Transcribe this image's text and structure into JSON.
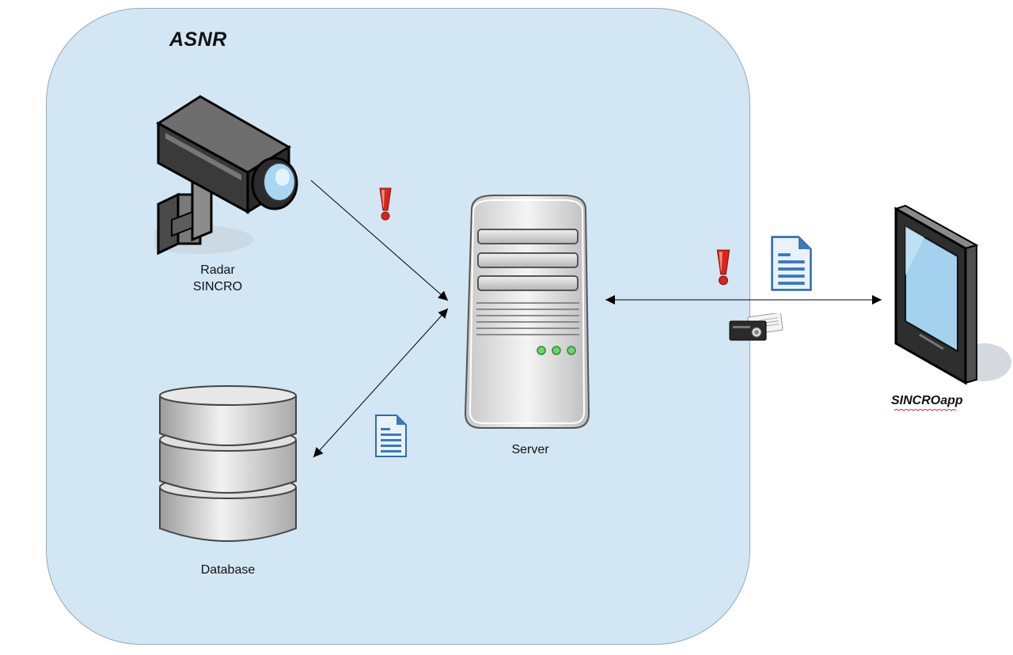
{
  "diagram": {
    "zone_title": "ASNR",
    "nodes": {
      "radar": {
        "line1": "Radar",
        "line2": "SINCRO",
        "icon": "surveillance-camera-icon"
      },
      "server": {
        "label": "Server",
        "icon": "server-tower-icon"
      },
      "database": {
        "label": "Database",
        "icon": "database-cylinder-icon"
      },
      "app": {
        "label": "SINCROapp",
        "icon": "tablet-device-icon"
      }
    },
    "connectors": [
      {
        "from": "radar",
        "to": "server",
        "direction": "one-way",
        "markers": [
          "alert-icon"
        ]
      },
      {
        "from": "server",
        "to": "database",
        "direction": "two-way",
        "markers": [
          "document-icon"
        ]
      },
      {
        "from": "server",
        "to": "app",
        "direction": "two-way",
        "markers": [
          "alert-icon",
          "document-icon",
          "id-card-icon"
        ]
      }
    ],
    "colors": {
      "zone_fill": "#d2e6f3",
      "alert": "#d9251c",
      "document": "#3a78c2",
      "line": "#000000"
    }
  }
}
